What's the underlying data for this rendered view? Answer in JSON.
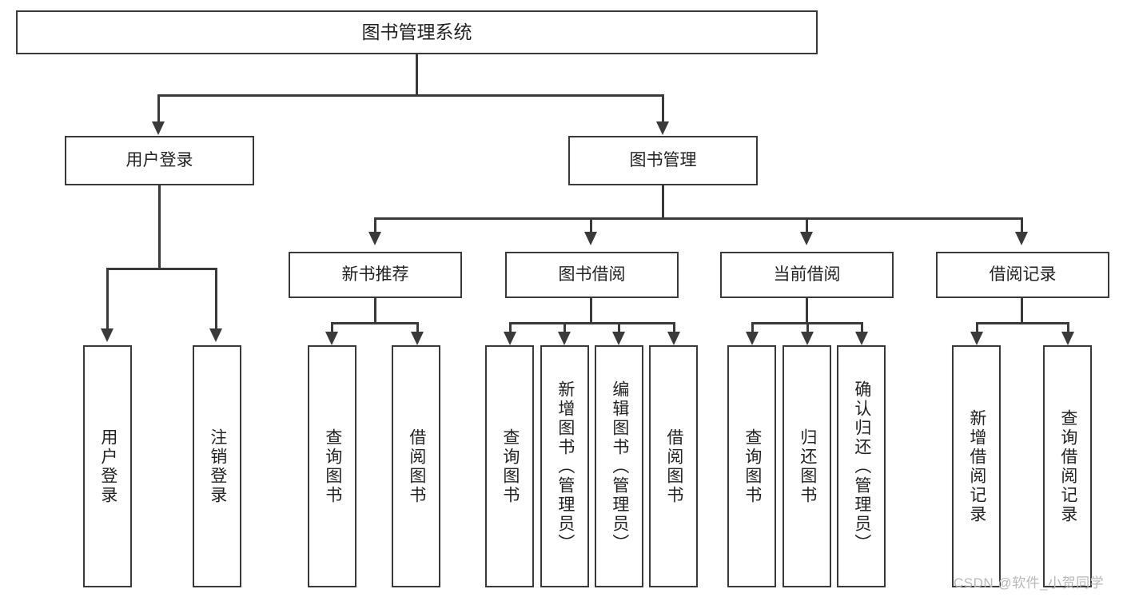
{
  "diagram": {
    "type": "tree",
    "title": "图书管理系统",
    "root": {
      "label": "图书管理系统"
    },
    "level2": [
      {
        "label": "用户登录"
      },
      {
        "label": "图书管理"
      }
    ],
    "level3": [
      {
        "label": "新书推荐"
      },
      {
        "label": "图书借阅"
      },
      {
        "label": "当前借阅"
      },
      {
        "label": "借阅记录"
      }
    ],
    "leaves": {
      "user_login": [
        {
          "label": "用户登录"
        },
        {
          "label": "注销登录"
        }
      ],
      "new_book_recommend": [
        {
          "label": "查询图书"
        },
        {
          "label": "借阅图书"
        }
      ],
      "book_borrow": [
        {
          "label": "查询图书"
        },
        {
          "label": "新增图书（管理员）"
        },
        {
          "label": "编辑图书（管理员）"
        },
        {
          "label": "借阅图书"
        }
      ],
      "current_borrow": [
        {
          "label": "查询图书"
        },
        {
          "label": "归还图书"
        },
        {
          "label": "确认归还（管理员）"
        }
      ],
      "borrow_record": [
        {
          "label": "新增借阅记录"
        },
        {
          "label": "查询借阅记录"
        }
      ]
    }
  },
  "watermark": {
    "text": "CSDN @软件_小贺同学"
  },
  "colors": {
    "stroke": "#3a3a3a",
    "background": "#ffffff",
    "text": "#222222",
    "watermark": "#b9b9b9"
  }
}
